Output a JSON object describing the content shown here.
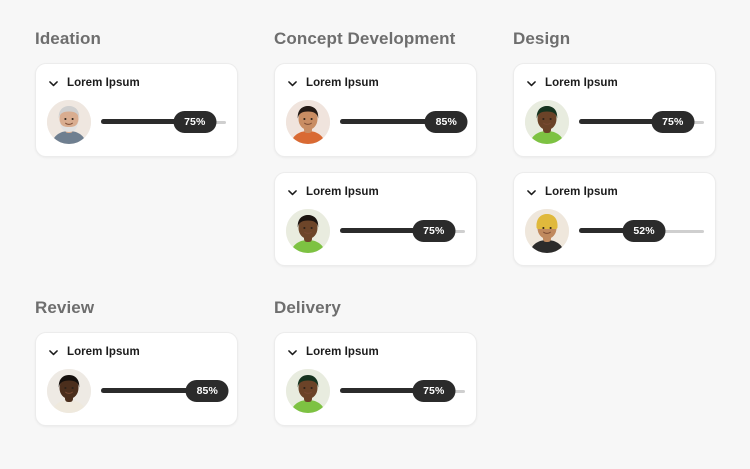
{
  "page": {
    "background_color": "#f7f7f7",
    "accent_color": "#2b2b2b",
    "track_color": "#cfcfcf",
    "card_background": "#ffffff",
    "title_color": "#6e6e6e"
  },
  "sections": [
    {
      "title": "Ideation",
      "column": 1,
      "row": "top",
      "cards": [
        {
          "label": "Lorem Ipsum",
          "chevron": "chevron-down-icon",
          "avatar": "avatar-older-man-gray-beard",
          "progress_label": "75%",
          "progress_value": 75
        }
      ]
    },
    {
      "title": "Concept Development",
      "column": 2,
      "row": "top",
      "cards": [
        {
          "label": "Lorem Ipsum",
          "chevron": "chevron-down-icon",
          "avatar": "avatar-young-man-curly-hair",
          "progress_label": "85%",
          "progress_value": 85
        },
        {
          "label": "Lorem Ipsum",
          "chevron": "chevron-down-icon",
          "avatar": "avatar-woman-braids-green-top",
          "progress_label": "75%",
          "progress_value": 75
        }
      ]
    },
    {
      "title": "Design",
      "column": 3,
      "row": "top",
      "cards": [
        {
          "label": "Lorem Ipsum",
          "chevron": "chevron-down-icon",
          "avatar": "avatar-woman-locs-green-top",
          "progress_label": "75%",
          "progress_value": 75
        },
        {
          "label": "Lorem Ipsum",
          "chevron": "chevron-down-icon",
          "avatar": "avatar-person-yellow-beanie",
          "progress_label": "52%",
          "progress_value": 52
        }
      ]
    },
    {
      "title": "Review",
      "column": 1,
      "row": "bottom",
      "cards": [
        {
          "label": "Lorem Ipsum",
          "chevron": "chevron-down-icon",
          "avatar": "avatar-woman-cream-sweater",
          "progress_label": "85%",
          "progress_value": 85
        }
      ]
    },
    {
      "title": "Delivery",
      "column": 2,
      "row": "bottom",
      "cards": [
        {
          "label": "Lorem Ipsum",
          "chevron": "chevron-down-icon",
          "avatar": "avatar-woman-locs-green-top-2",
          "progress_label": "75%",
          "progress_value": 75
        }
      ]
    }
  ]
}
